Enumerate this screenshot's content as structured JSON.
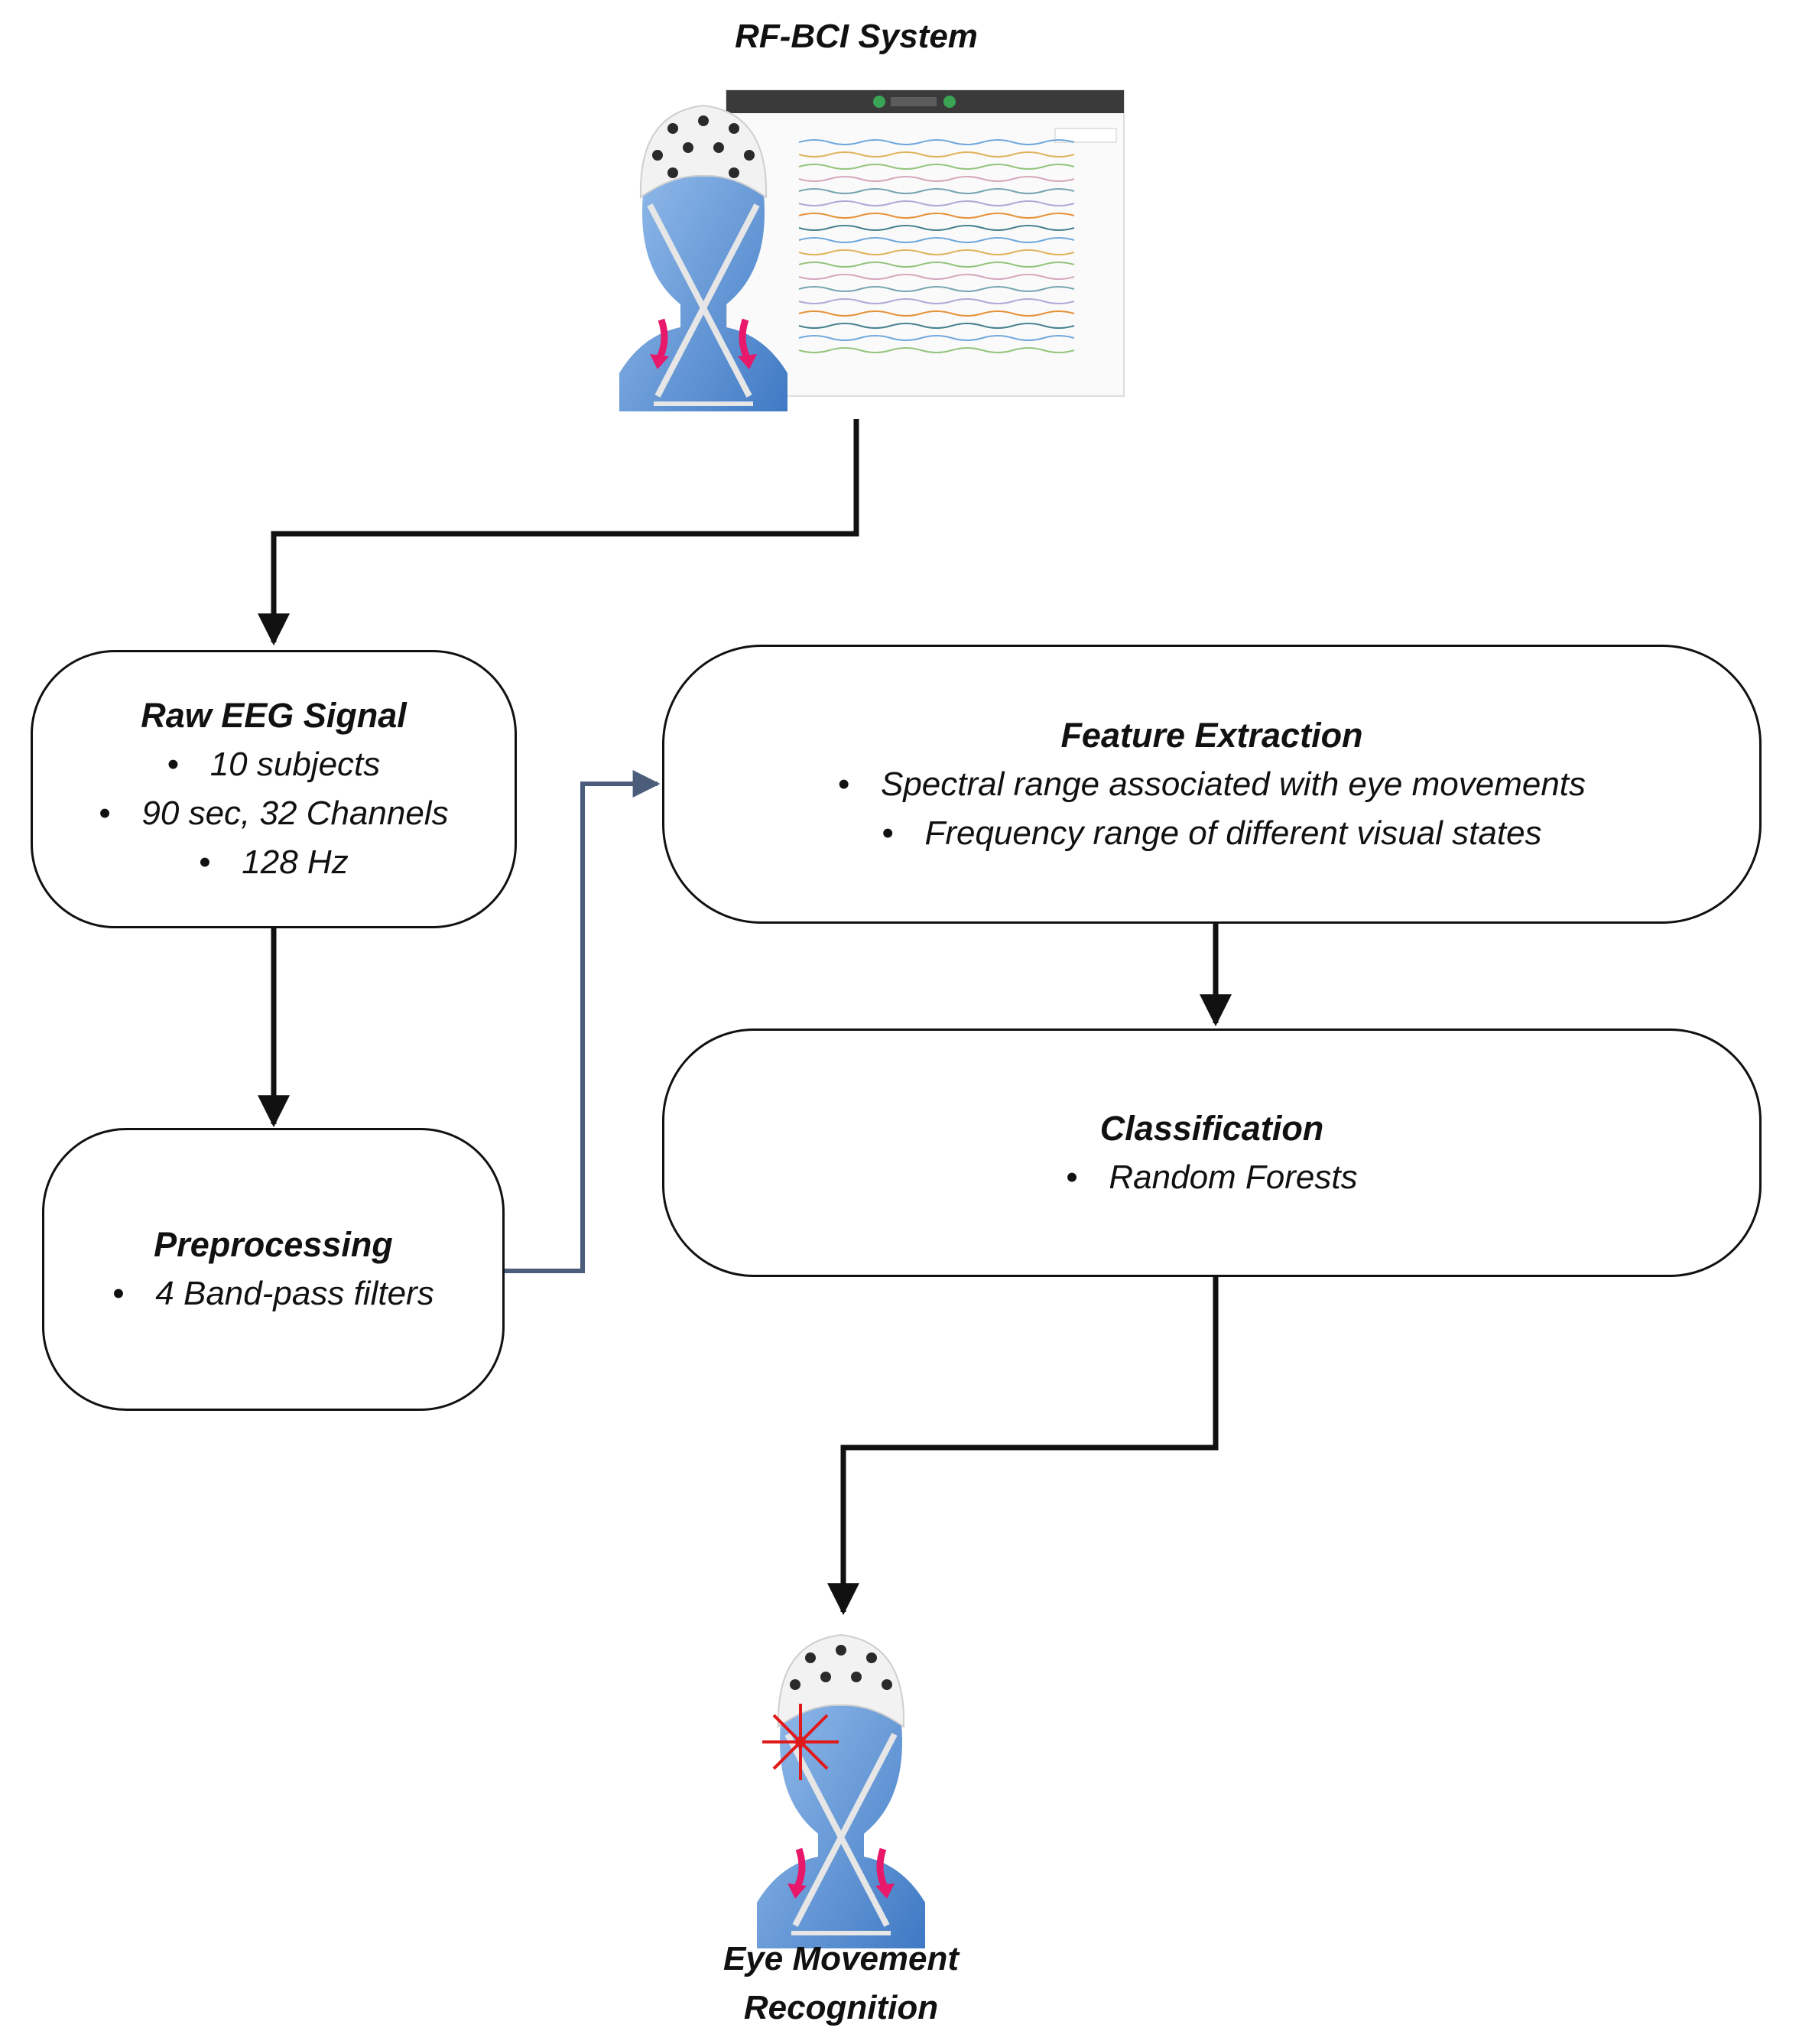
{
  "nodes": {
    "system": {
      "title": "RF-BCI System"
    },
    "raw_eeg": {
      "title": "Raw EEG Signal",
      "bullets": [
        "10 subjects",
        "90 sec, 32 Channels",
        "128 Hz"
      ]
    },
    "preprocessing": {
      "title": "Preprocessing",
      "bullets": [
        "4 Band-pass filters"
      ]
    },
    "feature_extraction": {
      "title": "Feature Extraction",
      "bullets": [
        "Spectral range associated with eye movements",
        "Frequency range of different visual states"
      ]
    },
    "classification": {
      "title": "Classification",
      "bullets": [
        "Random Forests"
      ]
    },
    "output": {
      "title_line1": "Eye Movement",
      "title_line2": "Recognition"
    }
  },
  "edges": [
    {
      "from": "system",
      "to": "raw_eeg"
    },
    {
      "from": "raw_eeg",
      "to": "preprocessing"
    },
    {
      "from": "preprocessing",
      "to": "feature_extraction"
    },
    {
      "from": "feature_extraction",
      "to": "classification"
    },
    {
      "from": "classification",
      "to": "output"
    }
  ],
  "colors": {
    "stroke": "#111111",
    "connector_blue": "#4b5d7a",
    "skin": "#5b8fd0",
    "cap": "#f2f2f2",
    "electrode": "#2a2a2a",
    "arrow_pink": "#e8186a",
    "burst_red": "#e01a1a",
    "eeg_traces": [
      "#6fa8dc",
      "#e0b35c",
      "#93c47d",
      "#d5a6bd",
      "#76a5af",
      "#b4a7d6",
      "#e69138",
      "#45818e"
    ]
  }
}
